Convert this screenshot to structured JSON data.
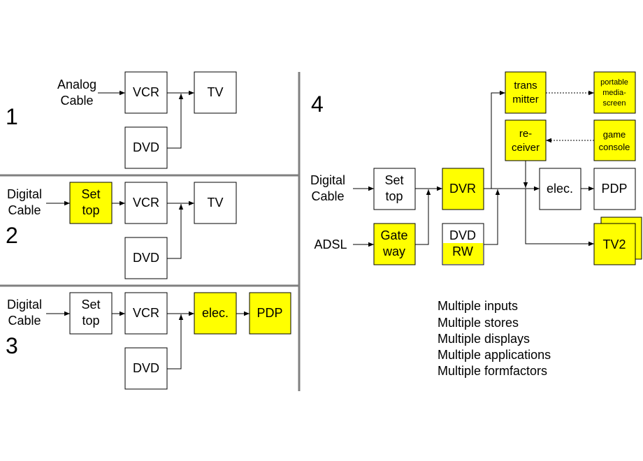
{
  "colors": {
    "highlight": "#ffff00",
    "box": "#ffffff",
    "separator": "#808080"
  },
  "panel1": {
    "number": "1",
    "source": [
      "Analog",
      "Cable"
    ],
    "vcr": "VCR",
    "dvd": "DVD",
    "tv": "TV"
  },
  "panel2": {
    "number": "2",
    "source": [
      "Digital",
      "Cable"
    ],
    "settop": [
      "Set",
      "top"
    ],
    "vcr": "VCR",
    "dvd": "DVD",
    "tv": "TV"
  },
  "panel3": {
    "number": "3",
    "source": [
      "Digital",
      "Cable"
    ],
    "settop": [
      "Set",
      "top"
    ],
    "vcr": "VCR",
    "dvd": "DVD",
    "elec": "elec.",
    "pdp": "PDP"
  },
  "panel4": {
    "number": "4",
    "source_cable": [
      "Digital",
      "Cable"
    ],
    "source_adsl": "ADSL",
    "settop": [
      "Set",
      "top"
    ],
    "gateway": [
      "Gate",
      "way"
    ],
    "dvr": "DVR",
    "dvdrw": [
      "DVD",
      "RW"
    ],
    "transmitter": [
      "trans",
      "mitter"
    ],
    "receiver": [
      "re-",
      "ceiver"
    ],
    "portable": [
      "portable",
      "media-",
      "screen"
    ],
    "game": [
      "game",
      "console"
    ],
    "elec": "elec.",
    "pdp": "PDP",
    "tv2": "TV2",
    "notes": [
      "Multiple inputs",
      "Multiple stores",
      "Multiple displays",
      "Multiple applications",
      "Multiple formfactors"
    ]
  }
}
